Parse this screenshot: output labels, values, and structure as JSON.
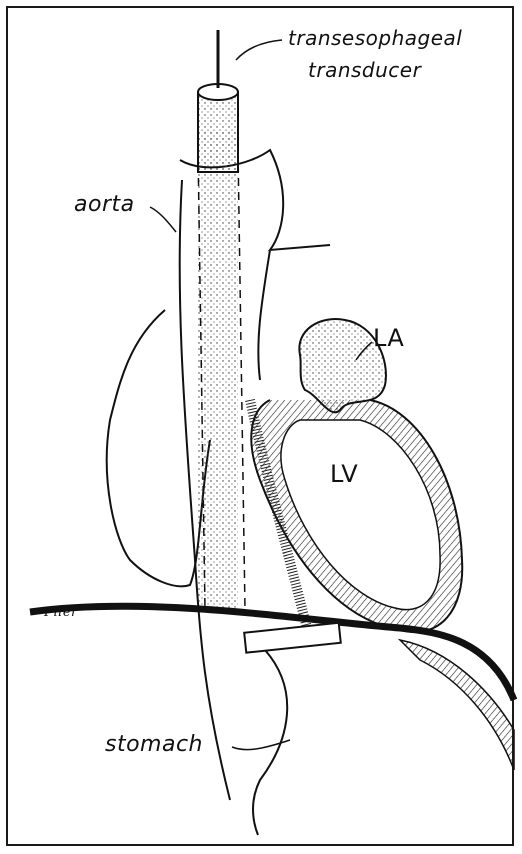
{
  "labels": {
    "transducer_line1": "transesophageal",
    "transducer_line2": "transducer",
    "aorta": "aorta",
    "la": "LA",
    "lv": "LV",
    "stomach": "stomach",
    "signature": "Filer"
  }
}
